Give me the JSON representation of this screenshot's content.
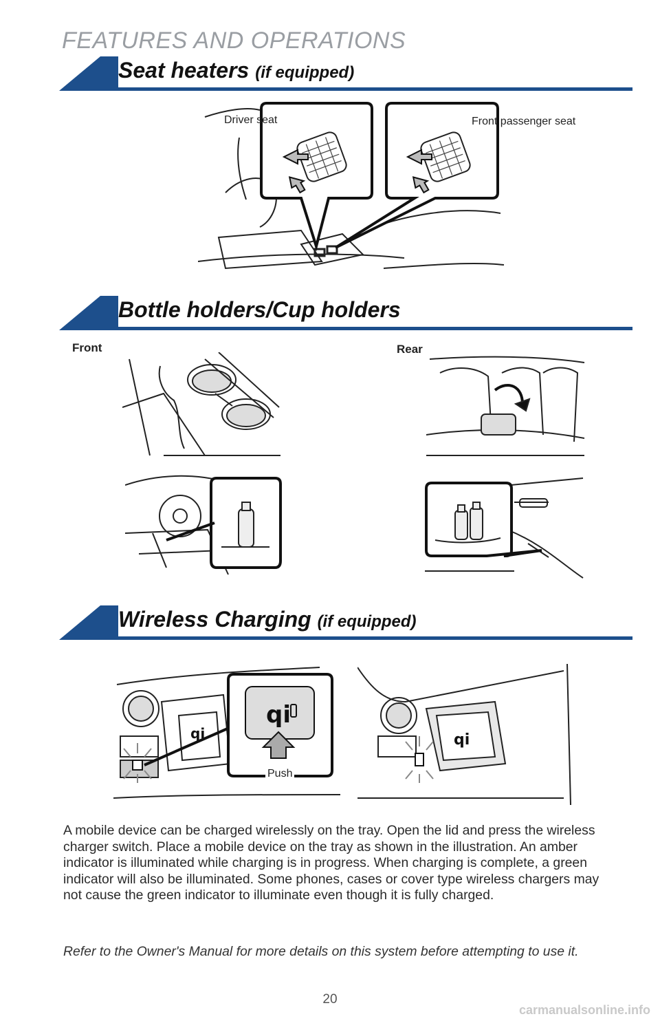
{
  "header": {
    "title": "FEATURES AND OPERATIONS"
  },
  "sections": {
    "seat_heaters": {
      "title": "Seat heaters",
      "subtitle": "(if equipped)"
    },
    "cup_holders": {
      "title": "Bottle holders/Cup holders"
    },
    "wireless": {
      "title": "Wireless Charging",
      "subtitle": "(if equipped)"
    }
  },
  "labels": {
    "driver_seat": "Driver seat",
    "passenger_seat": "Front passenger seat",
    "front": "Front",
    "rear": "Rear",
    "push": "Push"
  },
  "body": {
    "paragraph": "A mobile device can be charged wirelessly on the tray. Open the lid and press the wireless charger switch. Place a mobile device on the tray as shown in the illustration. An amber indicator is illuminated while charging is in progress. When charging is complete, a green indicator will also be illuminated. Some phones, cases or cover type wireless chargers may not cause the green indicator to illuminate even though it is fully charged.",
    "note": "Refer to the Owner's Manual for more details on this system before attempting to use it."
  },
  "footer": {
    "page_number": "20",
    "watermark": "carmanualsonline.info"
  },
  "colors": {
    "accent": "#1d4f8c",
    "header_gray": "#9a9ea3"
  }
}
